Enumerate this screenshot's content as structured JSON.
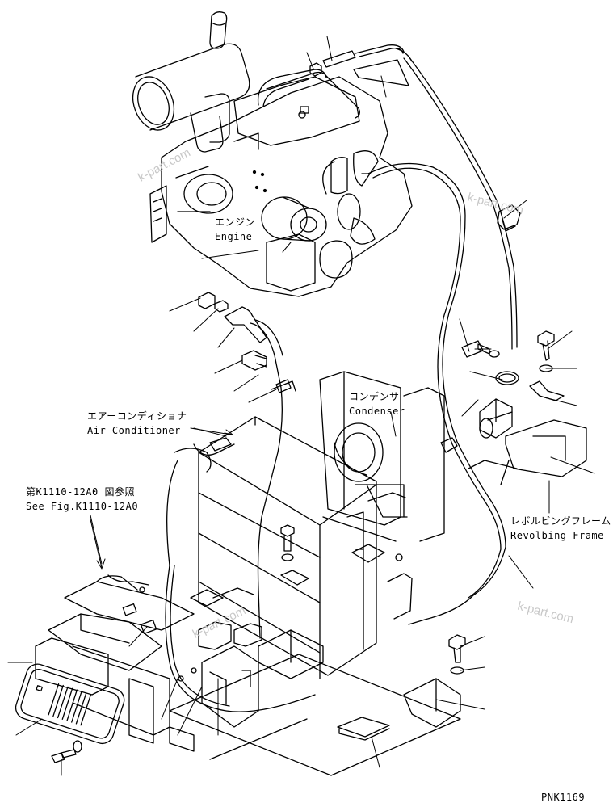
{
  "labels": {
    "engine_jp": "エンジン",
    "engine_en": "Engine",
    "condenser_jp": "コンデンサ",
    "condenser_en": "Condenser",
    "aircon_jp": "エアーコンディショナ",
    "aircon_en": "Air Conditioner",
    "ref_jp": "第K1110-12A0 図参照",
    "ref_en": "See Fig.K1110-12A0",
    "frame_jp": "レボルビングフレーム",
    "frame_en": "Revolbing Frame",
    "figure_id": "PNK1169"
  },
  "watermarks": {
    "wm1": "k-part.com",
    "wm2": "k-part.com",
    "wm3": "k-part.com",
    "wm4": "k-part.com"
  },
  "colors": {
    "line": "#000000",
    "watermark": "#c8c8c8",
    "background": "#ffffff"
  }
}
